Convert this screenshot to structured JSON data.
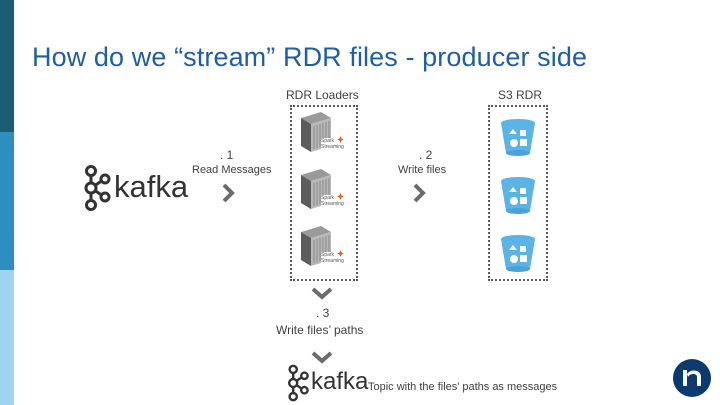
{
  "slide": {
    "title": "How do we “stream” RDR files - producer side"
  },
  "colors": {
    "title_blue": "#1e5ea8",
    "left_bar_dark": "#1a5c73",
    "left_bar_mid": "#2d8fbf",
    "left_bar_light": "#9fd4ef",
    "bucket_blue": "#5ab4e6",
    "logo_navy": "#0b3a6e"
  },
  "columns": {
    "loaders_title": "RDR Loaders",
    "s3_title": "S3 RDR"
  },
  "steps": {
    "step1_number": ". 1",
    "step1_label": "Read Messages",
    "step2_number": ". 2",
    "step2_label": "Write files",
    "step3_number": ". 3",
    "step3_label": "Write files’ paths"
  },
  "kafka": {
    "wordmark": "kafka",
    "topic_caption": "Topic with the files’ paths as messages"
  },
  "spark_badge": {
    "line1": "Spark",
    "line2": "Streaming"
  },
  "icons": [
    "kafka-logo-icon",
    "chevron-right-icon",
    "chevron-down-icon",
    "server-stack-icon",
    "spark-streaming-icon",
    "s3-bucket-icon",
    "brand-logo-icon"
  ]
}
